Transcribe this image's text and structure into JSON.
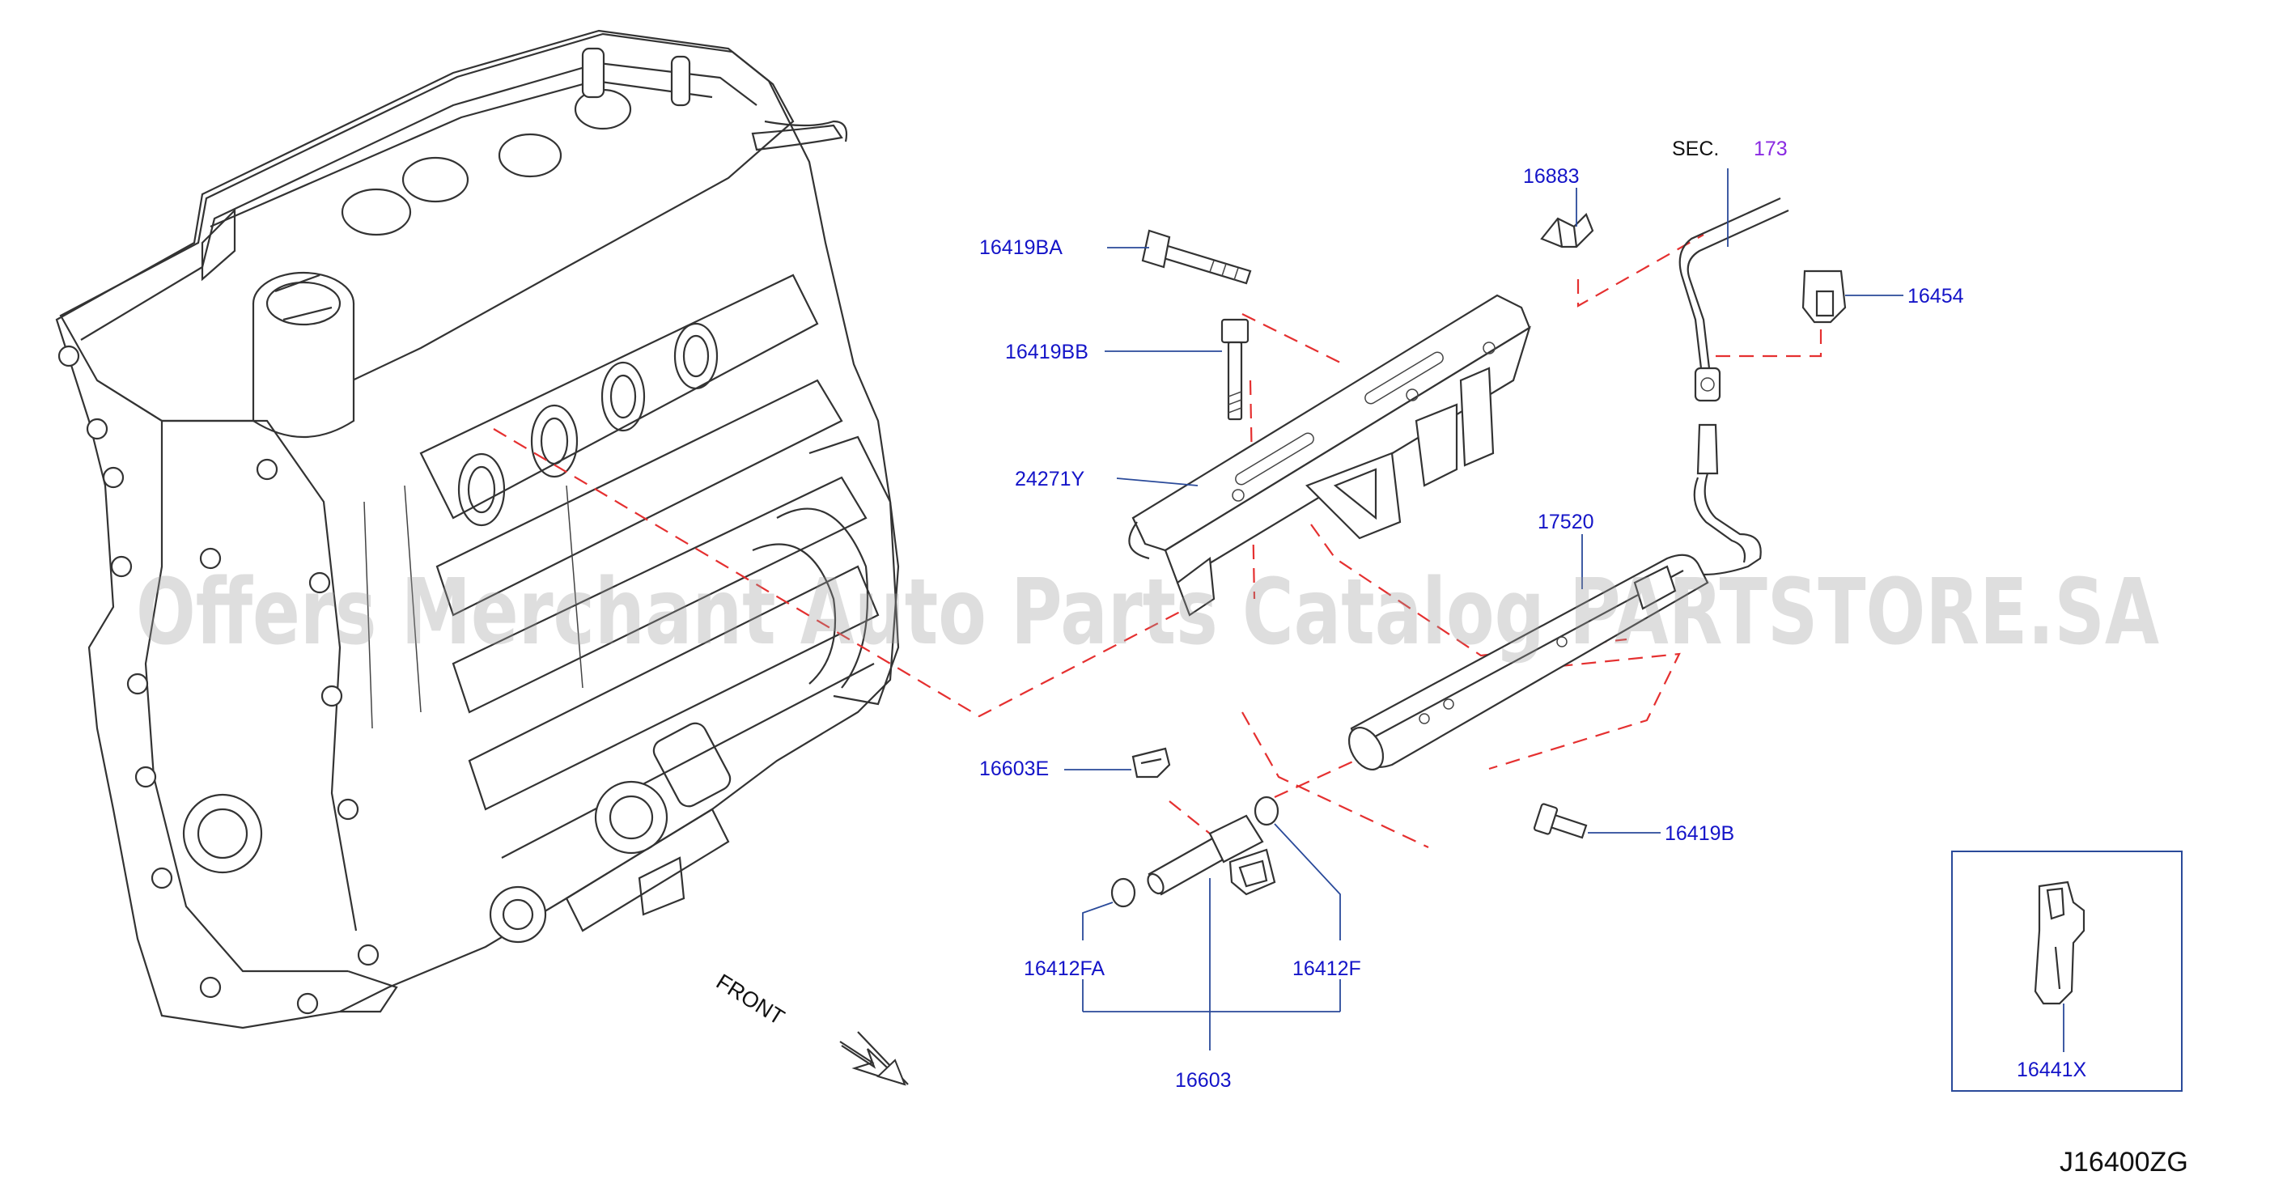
{
  "diagram": {
    "code": "J16400ZG",
    "watermark": "Offers Merchant Auto Parts Catalog PARTSTORE.SA",
    "front_label": "FRONT",
    "section_ref": {
      "prefix": "SEC.",
      "number": "173"
    },
    "parts": {
      "p16883": "16883",
      "p16454": "16454",
      "p16419BA": "16419BA",
      "p16419BB": "16419BB",
      "p24271Y": "24271Y",
      "p17520": "17520",
      "p16603E": "16603E",
      "p16419B": "16419B",
      "p16412FA": "16412FA",
      "p16412F": "16412F",
      "p16603": "16603",
      "p16441X": "16441X"
    },
    "colors": {
      "part_label": "#1414c8",
      "section_number": "#8a2be2",
      "dashed_callout": "#e53030",
      "line_art": "#333333"
    }
  }
}
